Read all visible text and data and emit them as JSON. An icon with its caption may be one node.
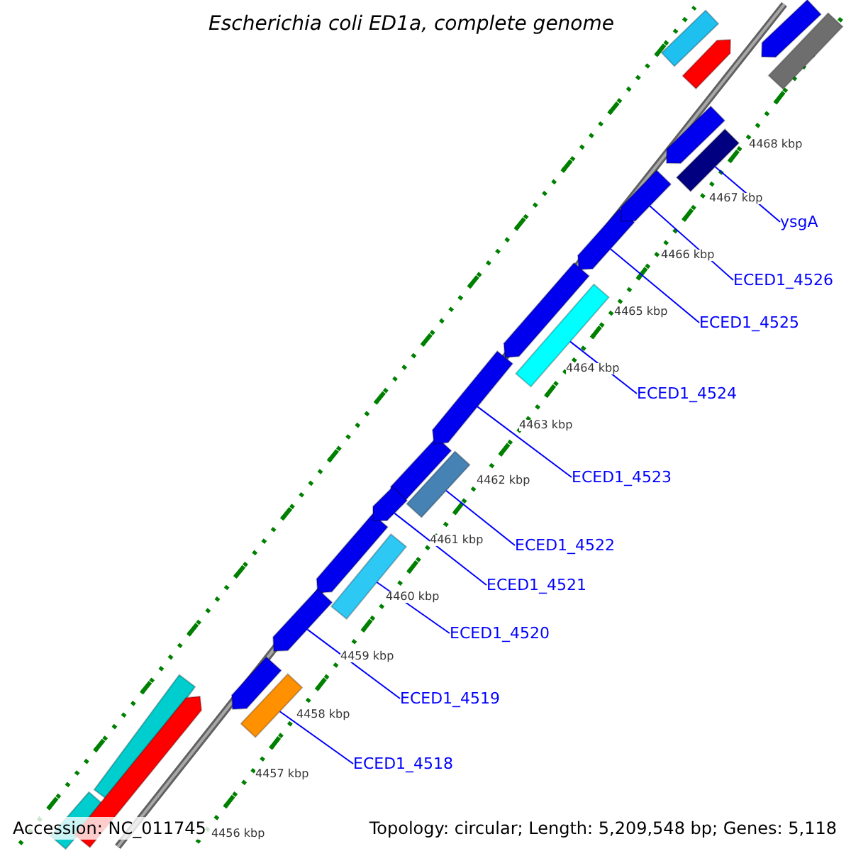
{
  "diagram": {
    "title": "Escherichia coli ED1a, complete genome",
    "nodes": [
      {
        "text": [
          "ysgA"
        ]
      },
      {
        "text": [
          "ECED1_4526"
        ]
      },
      {
        "text": [
          "ECED1_4525"
        ]
      },
      {
        "text": [
          "ECED1_4524"
        ]
      },
      {
        "text": [
          "ECED1_4523"
        ]
      },
      {
        "text": [
          "ECED1_4522"
        ]
      },
      {
        "text": [
          "ECED1_4521"
        ]
      },
      {
        "text": [
          "ECED1_4520"
        ]
      },
      {
        "text": [
          "ECED1_4519"
        ]
      },
      {
        "text": [
          "ECED1_4518"
        ]
      },
      {
        "text": [],
        "shape": "bar"
      },
      {
        "text": [],
        "shape": "arrow"
      },
      {
        "text": [],
        "shape": "arrow"
      },
      {
        "text": [],
        "shape": "bar"
      },
      {
        "text": [],
        "shape": "arrow"
      },
      {
        "text": [],
        "shape": "bar"
      },
      {
        "text": [],
        "shape": "arrow"
      },
      {
        "text": [],
        "shape": "bar"
      },
      {
        "text": [],
        "shape": "arrow"
      },
      {
        "text": [],
        "shape": "bar"
      }
    ],
    "edges": [
      {
        "from": 0,
        "to": 10,
        "arrow": "none"
      },
      {
        "from": 1,
        "to": 11,
        "arrow": "none"
      },
      {
        "from": 2,
        "to": 12,
        "arrow": "none"
      },
      {
        "from": 3,
        "to": 13,
        "arrow": "none"
      },
      {
        "from": 4,
        "to": 14,
        "arrow": "none"
      },
      {
        "from": 5,
        "to": 15,
        "arrow": "none"
      },
      {
        "from": 6,
        "to": 16,
        "arrow": "none"
      },
      {
        "from": 7,
        "to": 17,
        "arrow": "none"
      },
      {
        "from": 8,
        "to": 18,
        "arrow": "none"
      },
      {
        "from": 9,
        "to": 19,
        "arrow": "none"
      }
    ],
    "labels": [
      "4468 kbp",
      "4467 kbp",
      "4466 kbp",
      "4465 kbp",
      "4464 kbp",
      "4463 kbp",
      "4462 kbp",
      "4461 kbp",
      "4460 kbp",
      "4459 kbp",
      "4458 kbp",
      "4457 kbp",
      "4456 kbp",
      "Accession: NC_011745",
      "Topology: circular; Length: 5,209,548 bp; Genes: 5,118"
    ]
  }
}
